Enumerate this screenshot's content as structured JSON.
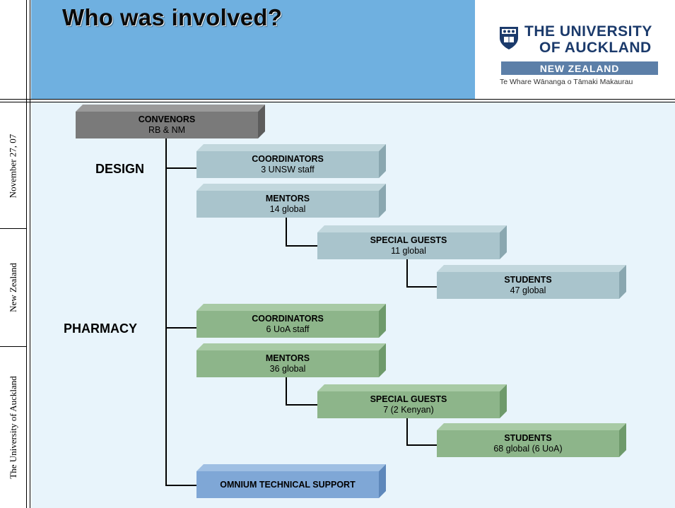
{
  "slide": {
    "title": "Who was involved?"
  },
  "side_labels": {
    "date": "November 27, 07",
    "country": "New Zealand",
    "university": "The University of Auckland"
  },
  "logo": {
    "line1": "THE UNIVERSITY",
    "line2": "OF AUCKLAND",
    "band": "NEW ZEALAND",
    "maori": "Te Whare Wānanga o Tāmaki Makaurau"
  },
  "colors": {
    "header_blue": "#6fb0e0",
    "convenor_grey": "#7a7a7a",
    "design_blue_grey": "#a9c4cc",
    "pharmacy_green": "#8db58a",
    "support_blue": "#7fa7d6"
  },
  "chart": {
    "convenors": {
      "title": "CONVENORS",
      "detail": "RB & NM"
    },
    "design": {
      "label": "DESIGN",
      "coordinators": {
        "title": "COORDINATORS",
        "detail": "3 UNSW staff"
      },
      "mentors": {
        "title": "MENTORS",
        "detail": "14 global"
      },
      "special_guests": {
        "title": "SPECIAL GUESTS",
        "detail": "11 global"
      },
      "students": {
        "title": "STUDENTS",
        "detail": "47 global"
      }
    },
    "pharmacy": {
      "label": "PHARMACY",
      "coordinators": {
        "title": "COORDINATORS",
        "detail": "6 UoA staff"
      },
      "mentors": {
        "title": "MENTORS",
        "detail": "36 global"
      },
      "special_guests": {
        "title": "SPECIAL GUESTS",
        "detail": "7 (2 Kenyan)"
      },
      "students": {
        "title": "STUDENTS",
        "detail": "68 global (6 UoA)"
      }
    },
    "support": {
      "title": "OMNIUM TECHNICAL SUPPORT"
    }
  }
}
